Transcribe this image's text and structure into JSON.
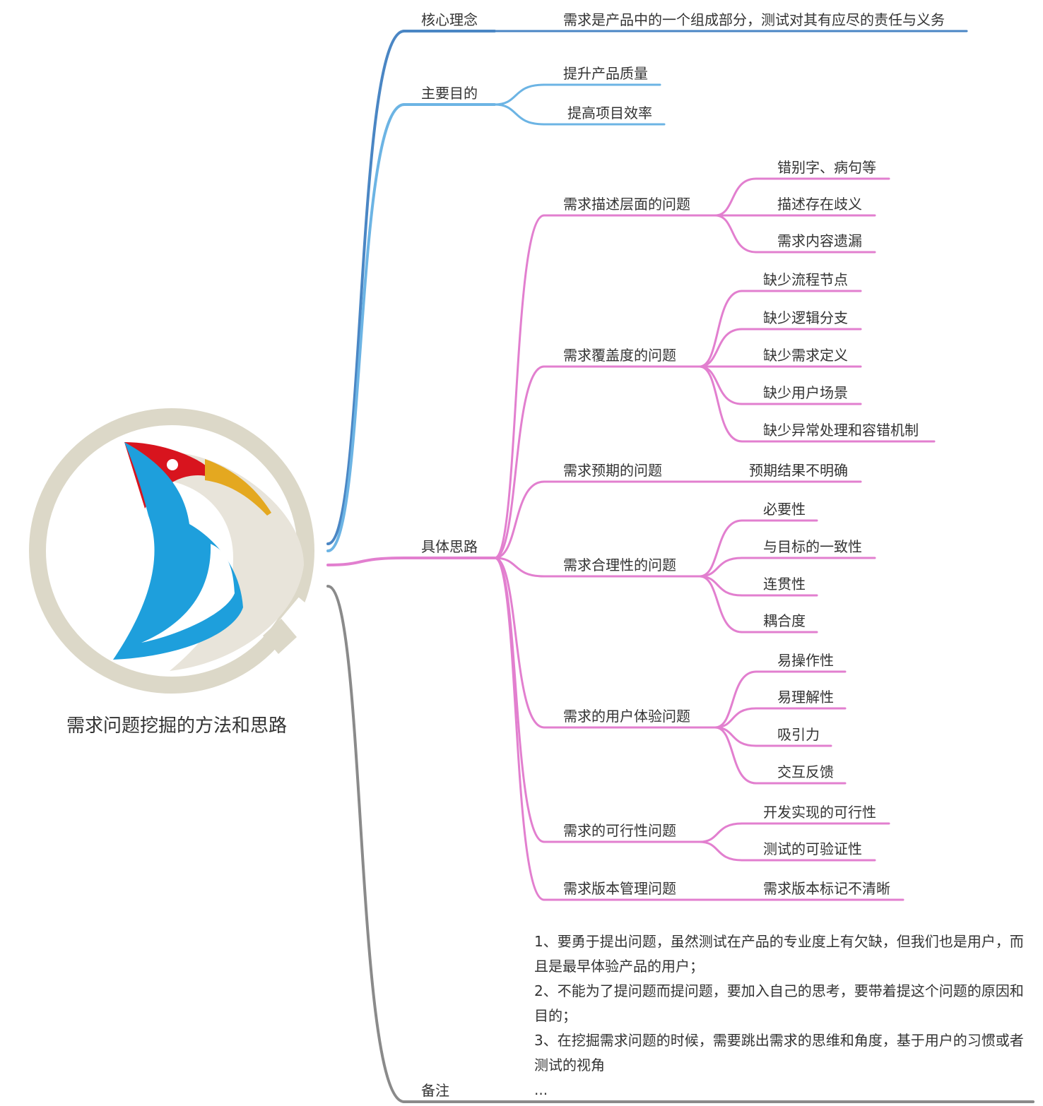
{
  "root": {
    "title": "需求问题挖掘的方法和思路",
    "logo": "woodpecker-logo"
  },
  "colors": {
    "core": "#4a86c4",
    "goal": "#6cb4e4",
    "approach": "#e27fcf",
    "notes": "#8a8a8a",
    "logo_ring": "#dcd8c8",
    "logo_body": "#1e9fdc",
    "logo_crest": "#d8141e",
    "logo_beak": "#e4a820"
  },
  "branches": {
    "core": {
      "label": "核心理念",
      "children": [
        "需求是产品中的一个组成部分，测试对其有应尽的责任与义务"
      ]
    },
    "goal": {
      "label": "主要目的",
      "children": [
        "提升产品质量",
        "提高项目效率"
      ]
    },
    "approach": {
      "label": "具体思路",
      "groups": [
        {
          "label": "需求描述层面的问题",
          "children": [
            "错别字、病句等",
            "描述存在歧义",
            "需求内容遗漏"
          ]
        },
        {
          "label": "需求覆盖度的问题",
          "children": [
            "缺少流程节点",
            "缺少逻辑分支",
            "缺少需求定义",
            "缺少用户场景",
            "缺少异常处理和容错机制"
          ]
        },
        {
          "label": "需求预期的问题",
          "children": [
            "预期结果不明确"
          ]
        },
        {
          "label": "需求合理性的问题",
          "children": [
            "必要性",
            "与目标的一致性",
            "连贯性",
            "耦合度"
          ]
        },
        {
          "label": "需求的用户体验问题",
          "children": [
            "易操作性",
            "易理解性",
            "吸引力",
            "交互反馈"
          ]
        },
        {
          "label": "需求的可行性问题",
          "children": [
            "开发实现的可行性",
            "测试的可验证性"
          ]
        },
        {
          "label": "需求版本管理问题",
          "children": [
            "需求版本标记不清晰"
          ]
        }
      ]
    },
    "notes": {
      "label": "备注",
      "lines": [
        "1、要勇于提出问题，虽然测试在产品的专业度上有欠缺，但我们也是用户，而且是最早体验产品的用户；",
        "2、不能为了提问题而提问题，要加入自己的思考，要带着提这个问题的原因和目的；",
        "3、在挖掘需求问题的时候，需要跳出需求的思维和角度，基于用户的习惯或者测试的视角",
        "..."
      ]
    }
  }
}
